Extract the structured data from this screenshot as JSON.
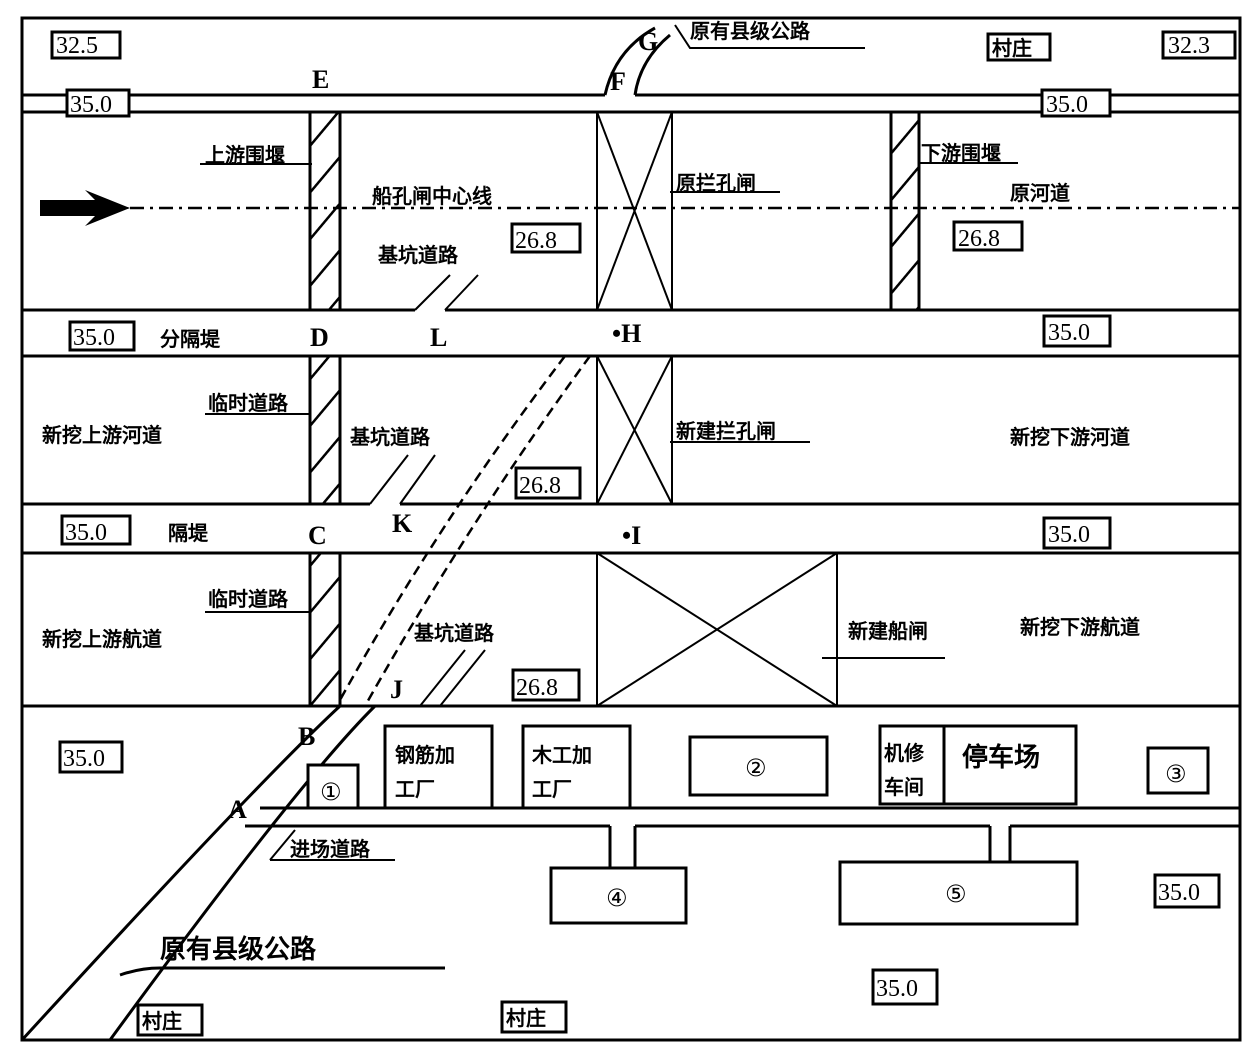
{
  "title": "施工总平面布置图",
  "elevations": {
    "top_left": "32.5",
    "top_right": "32.3",
    "upper_dike_left": "35.0",
    "upper_dike_right": "35.0",
    "divider_dike_left": "35.0",
    "divider_dike_right": "35.0",
    "partition_dike_left": "35.0",
    "partition_dike_right": "35.0",
    "pit_old_gate": "26.8",
    "pit_old_river": "26.8",
    "pit_new_gate": "26.8",
    "pit_new_lock": "26.8",
    "site_left": "35.0",
    "site_right": "35.0",
    "site_bottom": "35.0"
  },
  "points": {
    "A": "A",
    "B": "B",
    "C": "C",
    "D": "D",
    "E": "E",
    "F": "F",
    "G": "G",
    "H": "•H",
    "I": "•I",
    "J": "J",
    "K": "K",
    "L": "L"
  },
  "labels": {
    "original_county_road_top": "原有县级公路",
    "village_top": "村庄",
    "upstream_cofferdam": "上游围堰",
    "downstream_cofferdam": "下游围堰",
    "gate_centerline": "船孔闸中心线",
    "old_gate": "原拦孔闸",
    "old_river": "原河道",
    "pit_road_1": "基坑道路",
    "divider_dike": "分隔堤",
    "temp_road_1": "临时道路",
    "new_upstream_river": "新挖上游河道",
    "pit_road_2": "基坑道路",
    "new_gate": "新建拦孔闸",
    "new_downstream_river": "新挖下游河道",
    "partition_dike": "隔堤",
    "temp_road_2": "临时道路",
    "new_upstream_channel": "新挖上游航道",
    "pit_road_3": "基坑道路",
    "new_ship_lock": "新建船闸",
    "new_downstream_channel": "新挖下游航道",
    "steel_shop_line1": "钢筋加",
    "steel_shop_line2": "工厂",
    "wood_shop_line1": "木工加",
    "wood_shop_line2": "工厂",
    "machine_shop_line1": "机修",
    "machine_shop_line2": "车间",
    "parking": "停车场",
    "site_access_road": "进场道路",
    "original_county_road_bottom": "原有县级公路",
    "village_bottom_left": "村庄",
    "village_bottom_mid": "村庄"
  },
  "facilities": {
    "f1": "①",
    "f2": "②",
    "f3": "③",
    "f4": "④",
    "f5": "⑤"
  }
}
